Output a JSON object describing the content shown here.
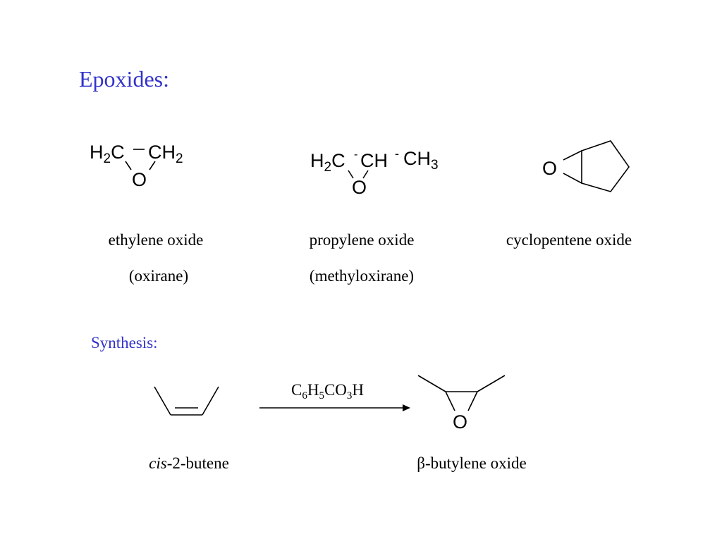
{
  "colors": {
    "heading": "#3333cc",
    "text": "#000000",
    "background": "#ffffff"
  },
  "title": "Epoxides:",
  "section_synthesis": "Synthesis:",
  "compounds": [
    {
      "name": "ethylene oxide",
      "alt_name": "(oxirane)",
      "atoms": {
        "h2c_left_main": "H",
        "h2c_left_sub": "2",
        "h2c_left_c": "C",
        "bond_dash": "–",
        "ch2_right_main": "CH",
        "ch2_right_sub": "2",
        "oxygen": "O"
      }
    },
    {
      "name": "propylene oxide",
      "alt_name": "(methyloxirane)",
      "atoms": {
        "h2c_main": "H",
        "h2c_sub": "2",
        "h2c_c": "C",
        "dot": "-",
        "ch": "CH",
        "dash": "-",
        "ch3_main": "CH",
        "ch3_sub": "3",
        "oxygen": "O"
      }
    },
    {
      "name": "cyclopentene oxide",
      "alt_name": "",
      "atoms": {
        "oxygen": "O"
      }
    }
  ],
  "reaction": {
    "reactant": {
      "name_italic": "cis",
      "name_rest": "-2-butene"
    },
    "reagent": {
      "c": "C",
      "c_sub": "6",
      "h": "H",
      "h_sub": "5",
      "co": "CO",
      "o_sub": "3",
      "h_end": "H"
    },
    "product": {
      "name": "β-butylene oxide",
      "oxygen": "O"
    },
    "arrow_icon": "right-arrow-icon"
  }
}
